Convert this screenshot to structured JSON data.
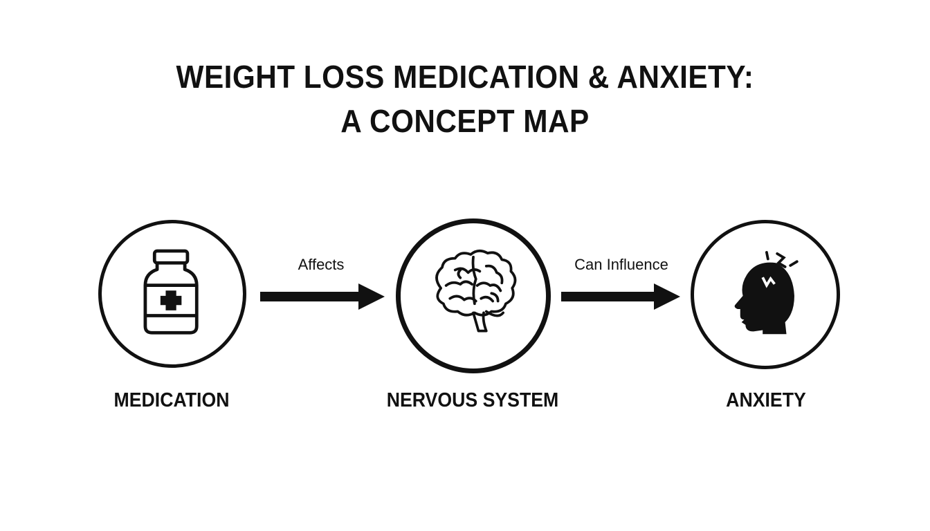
{
  "title": {
    "line1": "WEIGHT LOSS MEDICATION & ANXIETY:",
    "line2": "A CONCEPT MAP"
  },
  "nodes": [
    {
      "id": "medication",
      "label": "MEDICATION",
      "icon": "medicine-bottle-icon"
    },
    {
      "id": "nervous_system",
      "label": "NERVOUS SYSTEM",
      "icon": "brain-icon"
    },
    {
      "id": "anxiety",
      "label": "ANXIETY",
      "icon": "anxious-head-icon"
    }
  ],
  "edges": [
    {
      "from": "medication",
      "to": "nervous_system",
      "label": "Affects"
    },
    {
      "from": "nervous_system",
      "to": "anxiety",
      "label": "Can Influence"
    }
  ],
  "colors": {
    "ink": "#111111",
    "background": "#ffffff"
  }
}
